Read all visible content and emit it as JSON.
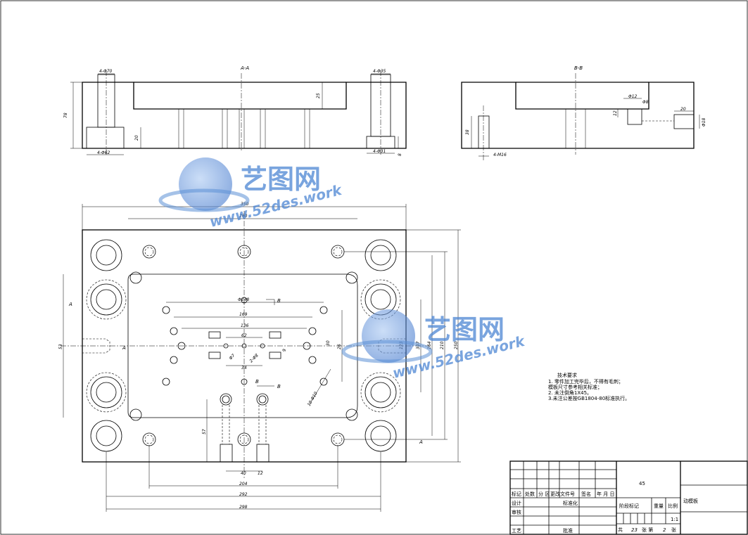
{
  "sections": {
    "aa": "A-A",
    "bb": "B-B"
  },
  "dims_aa": {
    "top_left": "4-Φ70",
    "top_right": "4-Φ35",
    "height": "78",
    "depth": "25",
    "step_h": "20",
    "bottom_left": "4-Φ62",
    "bottom_right": "4-Φ31",
    "edge": "8"
  },
  "dims_bb": {
    "a": "Φ12",
    "b": "Φ8",
    "c": "12",
    "d": "20",
    "e": "Φ18",
    "f": "38",
    "g": "4-M16"
  },
  "dims_plan": {
    "w350": "350",
    "w260": "260",
    "w248": "Φ248",
    "w169": "169",
    "w136": "136",
    "w62": "62",
    "w34": "34",
    "d2": "2-Φ8",
    "d7": "Φ7",
    "d10": "10-Φ10",
    "v30": "30",
    "v9": "9",
    "v26": "26",
    "h53": "53",
    "h57": "57",
    "w40": "40",
    "w12": "12",
    "w204": "204",
    "w292": "292",
    "w298": "298",
    "r307": "307",
    "r250": "250",
    "r210": "210",
    "r164": "164",
    "r123": "123"
  },
  "markers": {
    "a": "A",
    "b": "B"
  },
  "notes": {
    "title": "技术要求",
    "line1": "1. 零件加工完毕后，不得有毛刺；",
    "line2": "     模板尺寸参考相关标准；",
    "line3": "2. 未注倒角1X45。",
    "line4": "3.未注公差按GB1804-80标准执行。"
  },
  "title_block": {
    "material": "45",
    "part_name": "动模板",
    "headers": [
      "标记",
      "处数",
      "分 区",
      "更改文件号",
      "签名",
      "年 月 日"
    ],
    "design": "设计",
    "standardize": "标准化",
    "check": "审核",
    "process": "工艺",
    "approve": "批准",
    "stage_mark": "阶段标记",
    "weight": "重量",
    "scale_label": "比例",
    "scale": "1:1",
    "sheets_label": "共",
    "sheets": "23",
    "sheet_label": "张 第",
    "sheet_no": "2",
    "sheet_end": "张"
  },
  "watermark": {
    "brand": "艺图网",
    "url": "www.52des.work"
  }
}
